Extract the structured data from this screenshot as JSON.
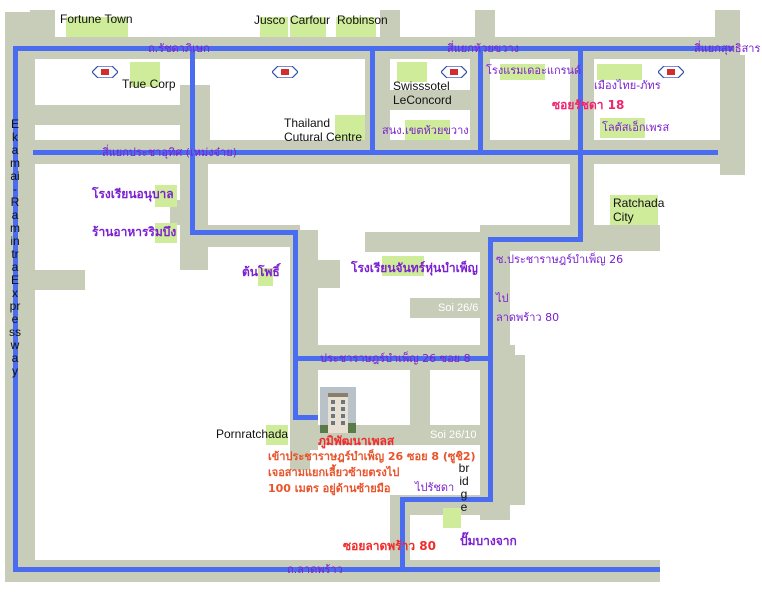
{
  "places": {
    "fortune_town": "Fortune Town",
    "jusco": "Jusco",
    "carfour": "Carfour",
    "robinson": "Robinson",
    "true_corp": "True Corp",
    "swissotel": "Swisssotel",
    "leconcord": "LeConcord",
    "thailand": "Thailand",
    "cultural_centre": "Cutural Centre",
    "ratchada": "Ratchada",
    "city": "City",
    "pornratchada": "Pornratchada"
  },
  "thai_labels": {
    "rachadaphisek_intersection": "ถ.รัชดาภิเษก",
    "huai_khwang_intersection": "สี่แยกห้วยขวาง",
    "sutthisan_intersection": "สี่แยกสุทธิสาร",
    "grand_hotel": "โรงแรมเดอะแกรนด์",
    "mueang_thai_phatra": "เมืองไทย-ภัทร",
    "ratchada_soi_18": "ซอยรัชดา 18",
    "lotus_express": "โลตัสเอ็กเพรส",
    "huai_khwang_district_office": "สนง.เขตห้วยขวาง",
    "pracha_uthit_intersection": "สี่แยกประชาอุทิศ (เหม่งจ๋าย)",
    "kindergarten": "โรงเรียนอนุบาล",
    "restaurant": "ร้านอาหารริมบึง",
    "ton_pho": "ต้นโพธิ์",
    "chandra_school": "โรงเรียนจันทร์หุ่นบำเพ็ญ",
    "pracharat_soi26": "ซ.ประชาราษฎร์บำเพ็ญ 26",
    "to_lat_phrao": "ไป",
    "lat_phrao_80": "ลาดพร้าว 80",
    "pracharat_26_soi_8": "ประชาราษฎร์บำเพ็ญ 26 ซอย 8",
    "phumipat_place": "ภูมิพัฒนาเพลส",
    "direction_line1": "เข้าประชาราษฎร์บำเพ็ญ 26 ซอย 8 (ซูชิ2)",
    "direction_line2": "เจอสามแยกเลี้ยวซ้ายตรงไป",
    "direction_line3": "100 เมตร อยู่ด้านซ้ายมือ",
    "to_ratchada": "ไปรัชดา",
    "soi_lat_phrao_80": "ซอยลาดพร้าว 80",
    "ptt_station": "ปั๊มบางจาก",
    "lat_phrao_road": "ถ.ลาดพร้าว"
  },
  "road_labels": {
    "soi_26_6": "Soi 26/6",
    "soi_26_10": "Soi 26/10",
    "expressway": "Ekamai-Ramintra Expressway",
    "bridge": "bridge"
  },
  "colors": {
    "road": "#c7cdb8",
    "route": "#4a6cf0",
    "landmark": "#cfec9a",
    "thai_purple": "#7b1fd1",
    "direction_orange": "#e8542b"
  }
}
